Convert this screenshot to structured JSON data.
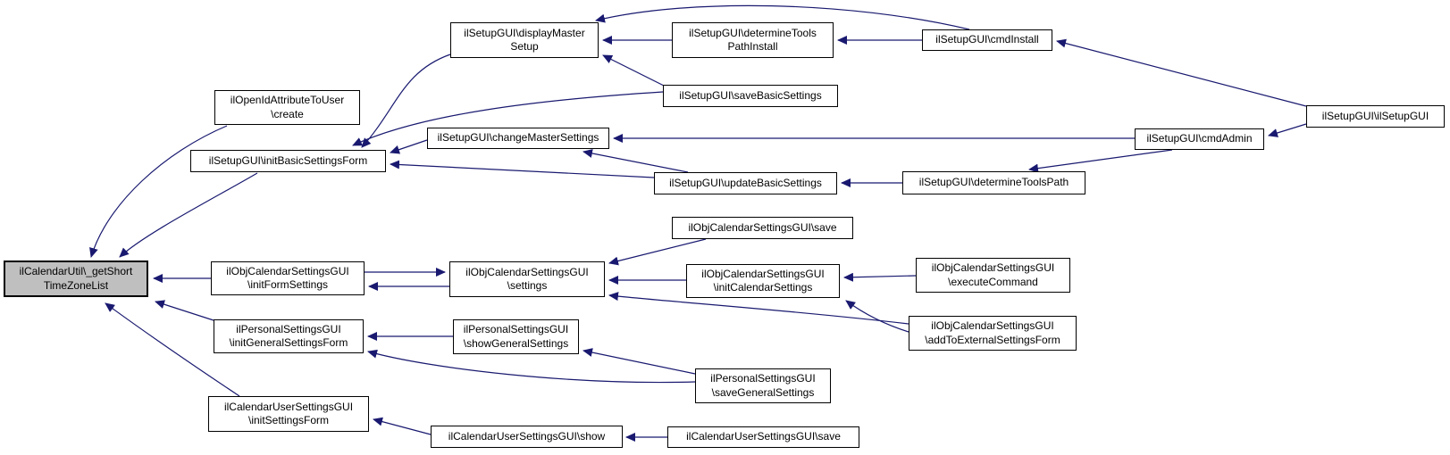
{
  "diagram": {
    "type": "doxygen-caller-graph",
    "focus_node_id": "getShortTimeZoneList",
    "colors": {
      "edge": "#191970",
      "node_border": "#000000",
      "node_fill": "#ffffff",
      "focus_node_fill": "#bfbfbf",
      "background": "#ffffff"
    },
    "nodes": {
      "getShortTimeZoneList": {
        "label": "ilCalendarUtil\\_getShort\nTimeZoneList"
      },
      "openIdCreate": {
        "label": "ilOpenIdAttributeToUser\n\\create"
      },
      "initBasicSettingsForm": {
        "label": "ilSetupGUI\\initBasicSettingsForm"
      },
      "displayMasterSetup": {
        "label": "ilSetupGUI\\displayMaster\nSetup"
      },
      "determineToolsPathInstall": {
        "label": "ilSetupGUI\\determineTools\nPathInstall"
      },
      "saveBasicSettings": {
        "label": "ilSetupGUI\\saveBasicSettings"
      },
      "cmdInstall": {
        "label": "ilSetupGUI\\cmdInstall"
      },
      "setupCtor": {
        "label": "ilSetupGUI\\ilSetupGUI"
      },
      "cmdAdmin": {
        "label": "ilSetupGUI\\cmdAdmin"
      },
      "changeMasterSettings": {
        "label": "ilSetupGUI\\changeMasterSettings"
      },
      "updateBasicSettings": {
        "label": "ilSetupGUI\\updateBasicSettings"
      },
      "determineToolsPath": {
        "label": "ilSetupGUI\\determineToolsPath"
      },
      "objCalSave": {
        "label": "ilObjCalendarSettingsGUI\\save"
      },
      "initFormSettings": {
        "label": "ilObjCalendarSettingsGUI\n\\initFormSettings"
      },
      "objCalSettings": {
        "label": "ilObjCalendarSettingsGUI\n\\settings"
      },
      "initCalendarSettings": {
        "label": "ilObjCalendarSettingsGUI\n\\initCalendarSettings"
      },
      "executeCommand": {
        "label": "ilObjCalendarSettingsGUI\n\\executeCommand"
      },
      "addToExternalSettingsForm": {
        "label": "ilObjCalendarSettingsGUI\n\\addToExternalSettingsForm"
      },
      "initGeneralSettingsForm": {
        "label": "ilPersonalSettingsGUI\n\\initGeneralSettingsForm"
      },
      "showGeneralSettings": {
        "label": "ilPersonalSettingsGUI\n\\showGeneralSettings"
      },
      "saveGeneralSettings": {
        "label": "ilPersonalSettingsGUI\n\\saveGeneralSettings"
      },
      "userInitSettingsForm": {
        "label": "ilCalendarUserSettingsGUI\n\\initSettingsForm"
      },
      "userShow": {
        "label": "ilCalendarUserSettingsGUI\\show"
      },
      "userSave": {
        "label": "ilCalendarUserSettingsGUI\\save"
      }
    },
    "edges": [
      {
        "from": "openIdCreate",
        "to": "getShortTimeZoneList"
      },
      {
        "from": "initBasicSettingsForm",
        "to": "getShortTimeZoneList"
      },
      {
        "from": "initFormSettings",
        "to": "getShortTimeZoneList"
      },
      {
        "from": "initGeneralSettingsForm",
        "to": "getShortTimeZoneList"
      },
      {
        "from": "userInitSettingsForm",
        "to": "getShortTimeZoneList"
      },
      {
        "from": "displayMasterSetup",
        "to": "initBasicSettingsForm"
      },
      {
        "from": "saveBasicSettings",
        "to": "initBasicSettingsForm"
      },
      {
        "from": "changeMasterSettings",
        "to": "initBasicSettingsForm"
      },
      {
        "from": "updateBasicSettings",
        "to": "initBasicSettingsForm"
      },
      {
        "from": "determineToolsPathInstall",
        "to": "displayMasterSetup"
      },
      {
        "from": "cmdInstall",
        "to": "displayMasterSetup"
      },
      {
        "from": "saveBasicSettings",
        "to": "displayMasterSetup"
      },
      {
        "from": "cmdInstall",
        "to": "determineToolsPathInstall"
      },
      {
        "from": "setupCtor",
        "to": "cmdInstall"
      },
      {
        "from": "setupCtor",
        "to": "cmdAdmin"
      },
      {
        "from": "cmdAdmin",
        "to": "changeMasterSettings"
      },
      {
        "from": "updateBasicSettings",
        "to": "changeMasterSettings"
      },
      {
        "from": "cmdAdmin",
        "to": "determineToolsPath"
      },
      {
        "from": "determineToolsPath",
        "to": "updateBasicSettings"
      },
      {
        "from": "initFormSettings",
        "to": "objCalSettings"
      },
      {
        "from": "objCalSettings",
        "to": "initFormSettings"
      },
      {
        "from": "objCalSave",
        "to": "objCalSettings"
      },
      {
        "from": "initCalendarSettings",
        "to": "objCalSettings"
      },
      {
        "from": "addToExternalSettingsForm",
        "to": "objCalSettings"
      },
      {
        "from": "executeCommand",
        "to": "initCalendarSettings"
      },
      {
        "from": "addToExternalSettingsForm",
        "to": "initCalendarSettings"
      },
      {
        "from": "showGeneralSettings",
        "to": "initGeneralSettingsForm"
      },
      {
        "from": "saveGeneralSettings",
        "to": "initGeneralSettingsForm"
      },
      {
        "from": "saveGeneralSettings",
        "to": "showGeneralSettings"
      },
      {
        "from": "userShow",
        "to": "userInitSettingsForm"
      },
      {
        "from": "userSave",
        "to": "userShow"
      }
    ]
  }
}
